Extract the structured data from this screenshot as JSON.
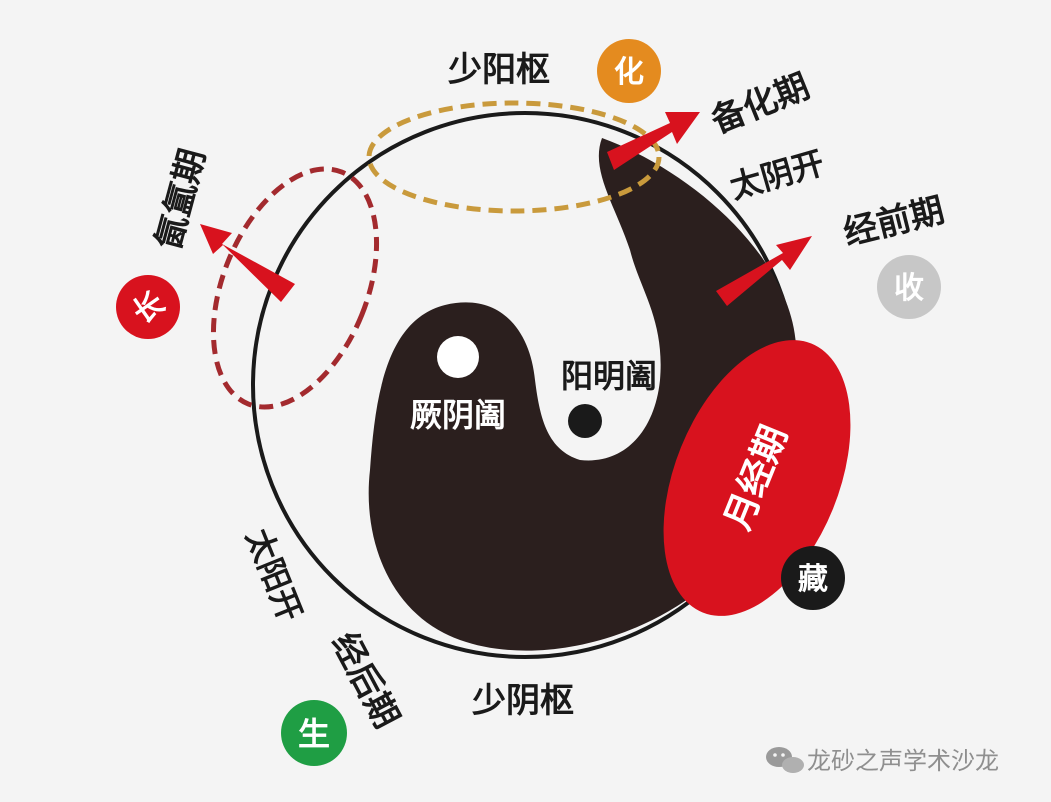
{
  "labels": {
    "shaoyang_shu": "少阳枢",
    "hua": "化",
    "beihua_qi": "备化期",
    "taiyin_kai": "太阴开",
    "jingqian_qi": "经前期",
    "shou": "收",
    "yuejing_qi": "月经期",
    "cang": "藏",
    "shaoyin_shu": "少阴枢",
    "jinghou_qi": "经后期",
    "taiyang_kai": "太阳开",
    "sheng": "生",
    "zhang": "长",
    "yinyun_qi": "氤氲期",
    "jueyin_he": "厥阴阖",
    "yangming_he": "阳明阖"
  },
  "watermark": "龙砂之声学术沙龙",
  "colors": {
    "background": "#f4f4f4",
    "yin_black": "#2b1f1e",
    "red": "#d8121e",
    "dashed_red": "#a32a2e",
    "dashed_gold": "#c99a3c",
    "hua_orange": "#e48b1f",
    "shou_grey": "#c7c7c7",
    "sheng_green": "#1f9e44",
    "text_dark": "#1a1a1a",
    "text_light": "#ffffff",
    "watermark": "#8f8f8f"
  },
  "icons": {
    "watermark_icon": "wechat-icon"
  }
}
